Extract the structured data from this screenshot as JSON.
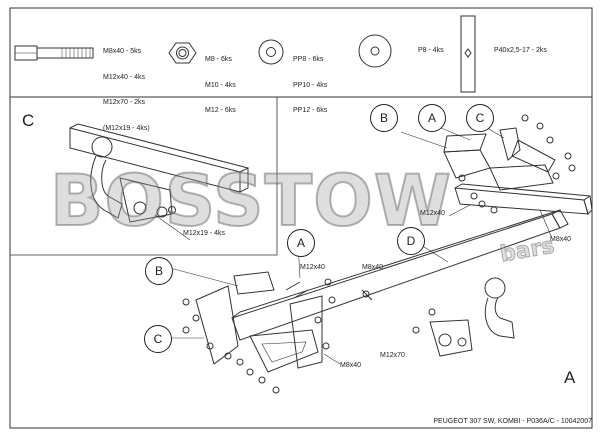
{
  "parts_legend": {
    "bolts": [
      "M8x40 - 5ks",
      "M12x40 - 4ks",
      "M12x70 - 2ks",
      "(M12x19 - 4ks)"
    ],
    "nuts": [
      "M8 - 6ks",
      "M10 - 4ks",
      "M12 - 6ks"
    ],
    "washers": [
      "PP8 - 6ks",
      "PP10 - 4ks",
      "PP12 - 6ks"
    ],
    "large_washer": "P8 - 4ks",
    "plate": "P40x2,5-17 - 2ks"
  },
  "view_labels": {
    "top_left": "C",
    "bottom_right": "A"
  },
  "circle_labels": {
    "top_B": "B",
    "top_A": "A",
    "top_C": "C",
    "mid_A": "A",
    "mid_D": "D",
    "left_B": "B",
    "left_C": "C"
  },
  "callouts": {
    "m12x19": "M12x19 - 4ks",
    "m12x40_top": "M12x40",
    "m8x40_top": "M8x40",
    "m12x40_mid": "M12x40",
    "m8x40_mid": "M8x40",
    "m8x40_low": "M8x40",
    "m12x70": "M12x70"
  },
  "watermark": {
    "brand": "BOSSTOW",
    "sub": "bars"
  },
  "footer": "PEUGEOT 307 SW, KOMBI  - P036A/C - 10042007"
}
